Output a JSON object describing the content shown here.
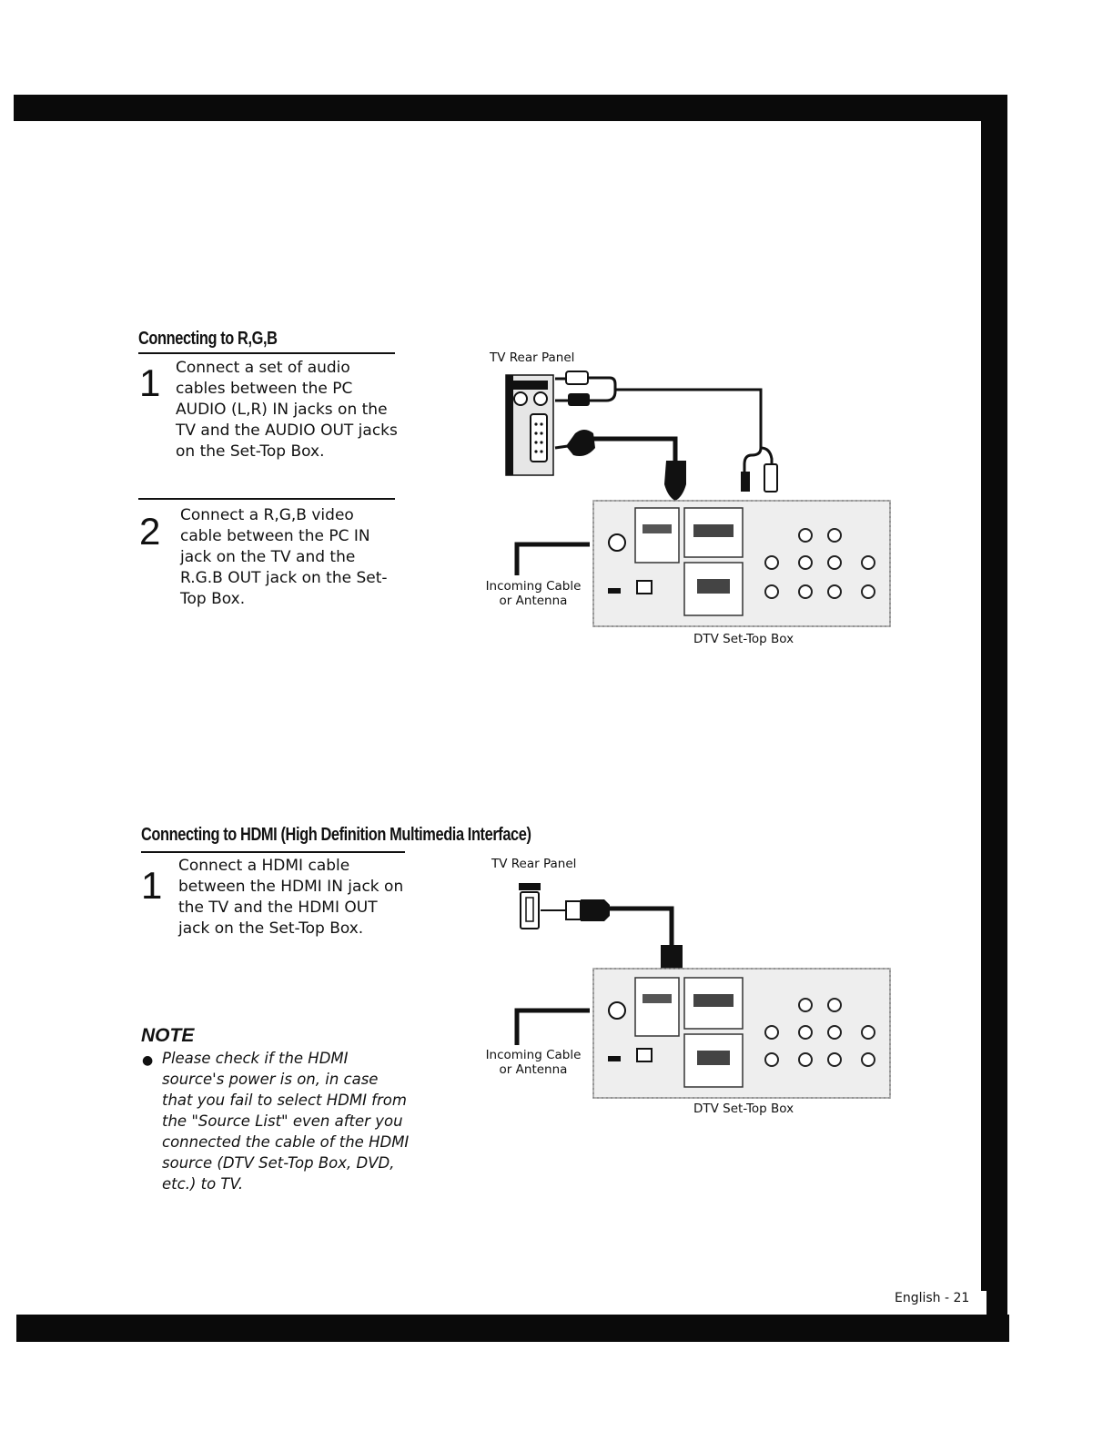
{
  "section_rgb": {
    "title": "Connecting to R,G,B",
    "steps": [
      {
        "num": "1",
        "text": "Connect a set of audio cables between the PC AUDIO (L,R) IN jacks on the TV and the AUDIO OUT jacks on the Set-Top Box."
      },
      {
        "num": "2",
        "text": "Connect a R,G,B video cable between the PC IN jack on the TV and the R.G.B OUT jack on the Set-Top Box."
      }
    ],
    "diagram": {
      "tv_label": "TV Rear Panel",
      "incoming_label": "Incoming Cable or Antenna",
      "box_label": "DTV Set-Top Box"
    }
  },
  "section_hdmi": {
    "title": "Connecting to HDMI (High Definition Multimedia Interface)",
    "steps": [
      {
        "num": "1",
        "text": "Connect a HDMI cable between the HDMI IN jack on the TV and the HDMI OUT jack on the Set-Top Box."
      }
    ],
    "diagram": {
      "tv_label": "TV Rear Panel",
      "incoming_label": "Incoming Cable or Antenna",
      "box_label": "DTV Set-Top Box"
    }
  },
  "note": {
    "heading": "NOTE",
    "text": "Please check if the HDMI source's power is on, in case that you fail to select HDMI from the \"Source List\" even after you connected the cable of the HDMI source (DTV Set-Top Box, DVD, etc.) to TV."
  },
  "footer": {
    "page": "English - 21"
  }
}
